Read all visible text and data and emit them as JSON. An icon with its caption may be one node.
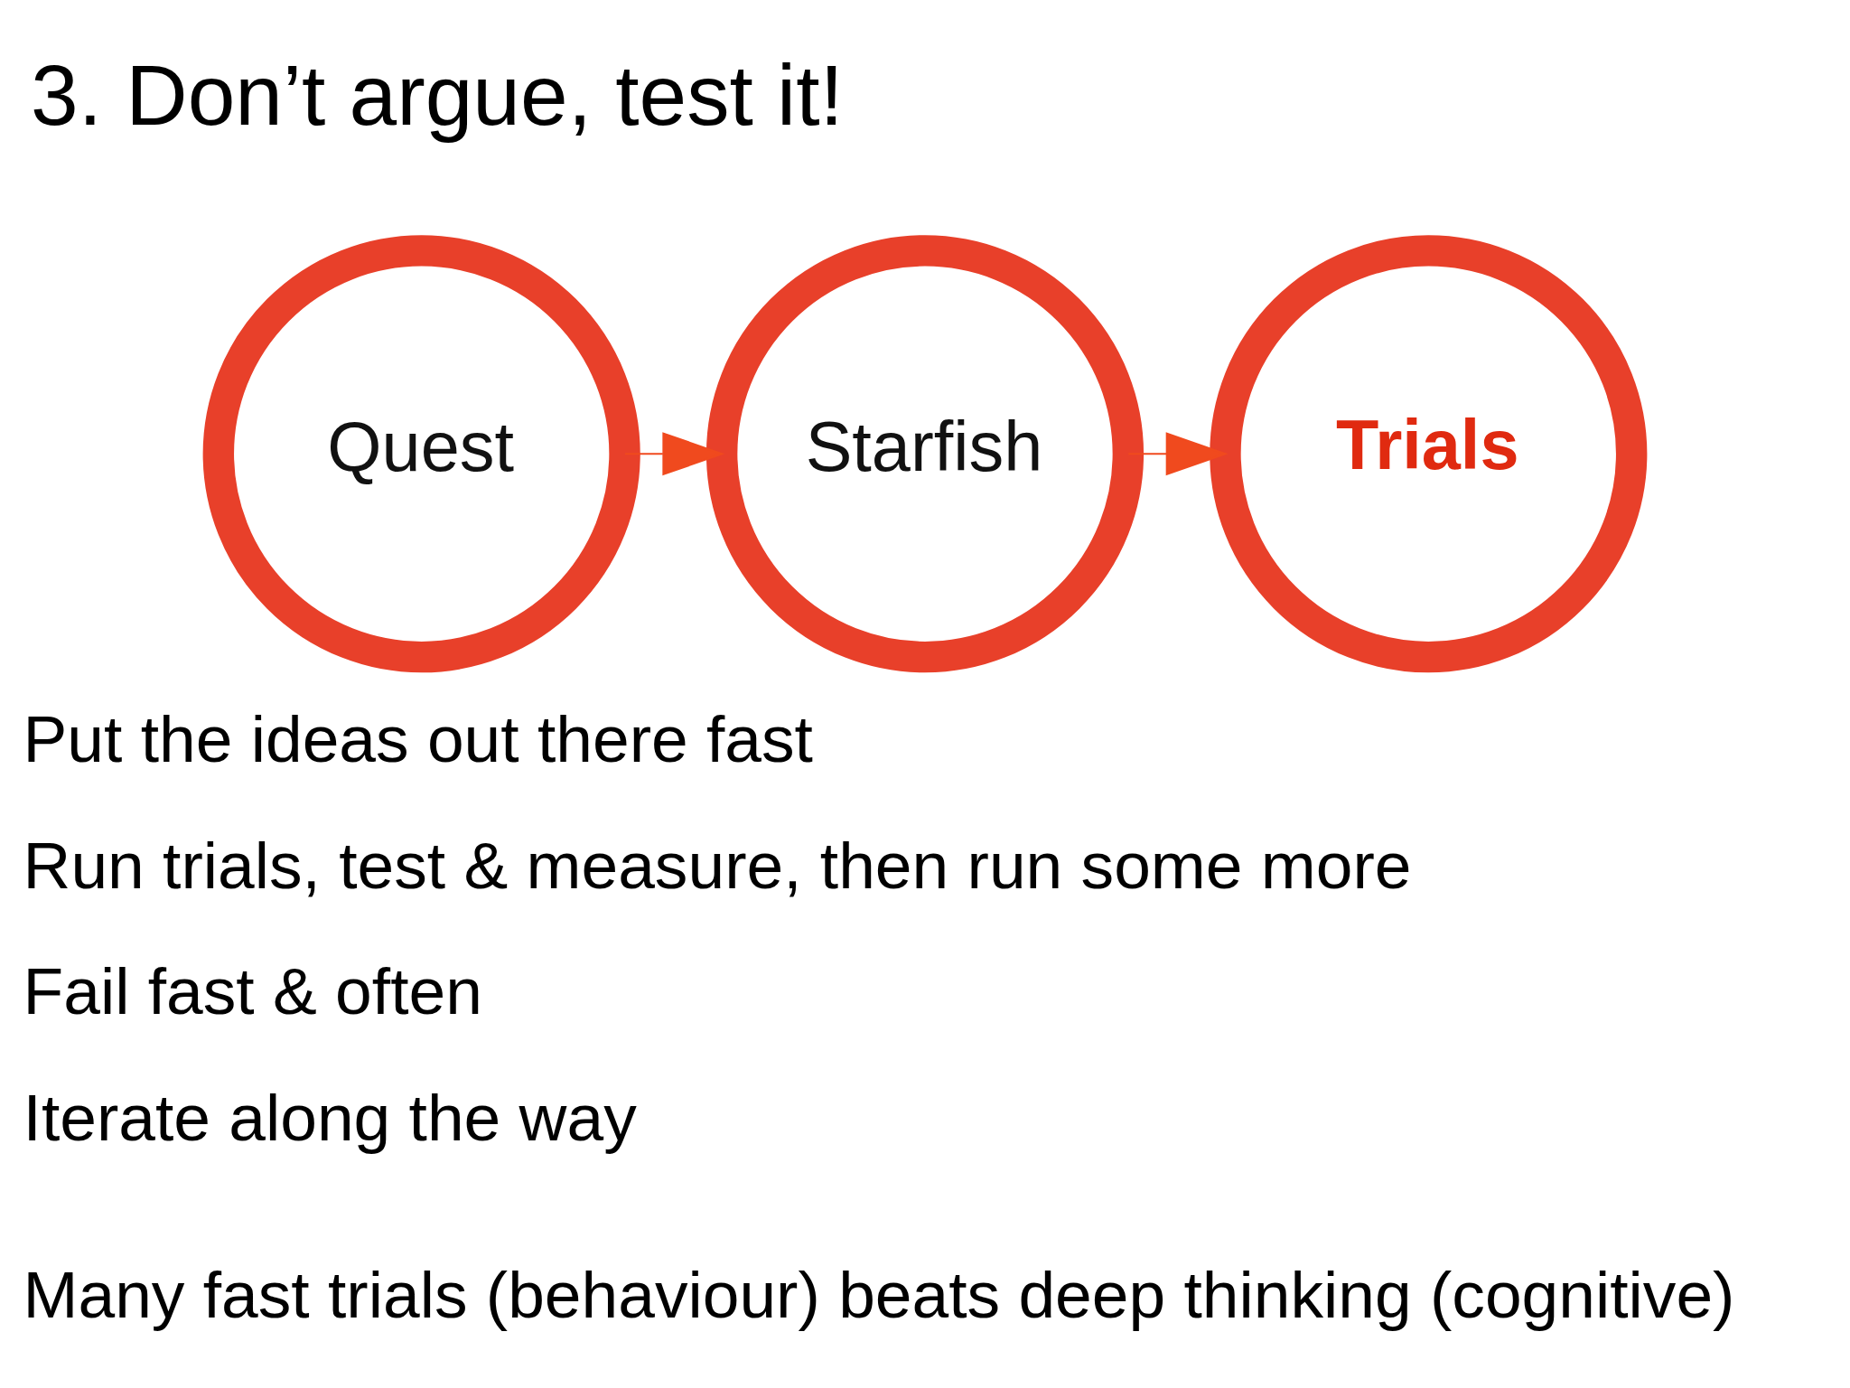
{
  "diagram": {
    "title": "3. Don’t argue, test it!",
    "nodes": [
      {
        "text": [
          "Quest"
        ]
      },
      {
        "text": [
          "Starfish"
        ]
      },
      {
        "text": [
          "Trials"
        ]
      }
    ],
    "edges": [
      {
        "from": 0,
        "to": 1,
        "arrow": "to"
      },
      {
        "from": 1,
        "to": 2,
        "arrow": "to"
      }
    ],
    "labels": [
      "Put the ideas out there fast",
      "Run trials, test & measure, then run some more",
      "Fail fast & often",
      "Iterate along the way",
      "Many fast trials (behaviour) beats deep thinking (cognitive)"
    ]
  }
}
